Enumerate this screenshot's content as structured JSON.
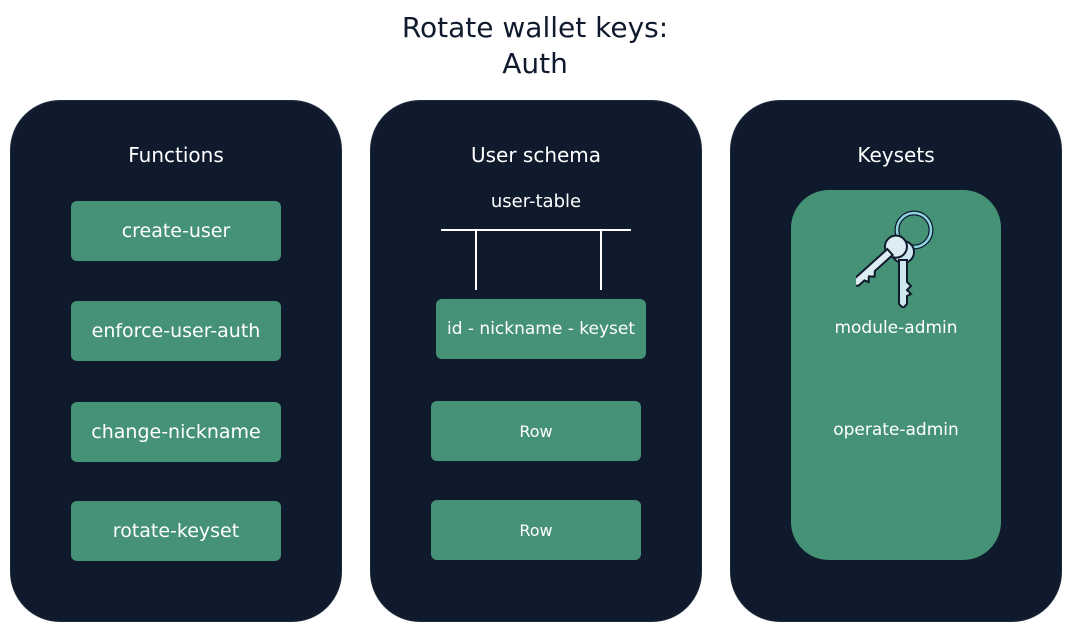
{
  "title": {
    "line1": "Rotate wallet keys:",
    "line2": "Auth"
  },
  "functions": {
    "heading": "Functions",
    "items": [
      "create-user",
      "enforce-user-auth",
      "change-nickname",
      "rotate-keyset"
    ]
  },
  "schema": {
    "heading": "User schema",
    "table_name": "user-table",
    "header_row": "id - nickname - keyset",
    "rows": [
      "Row",
      "Row"
    ]
  },
  "keysets": {
    "heading": "Keysets",
    "icon": "keys-icon",
    "items": [
      "module-admin",
      "operate-admin"
    ]
  },
  "colors": {
    "panel": "#0f1b2d",
    "box": "#469277",
    "text": "#ffffff",
    "title": "#0f1b2d"
  }
}
